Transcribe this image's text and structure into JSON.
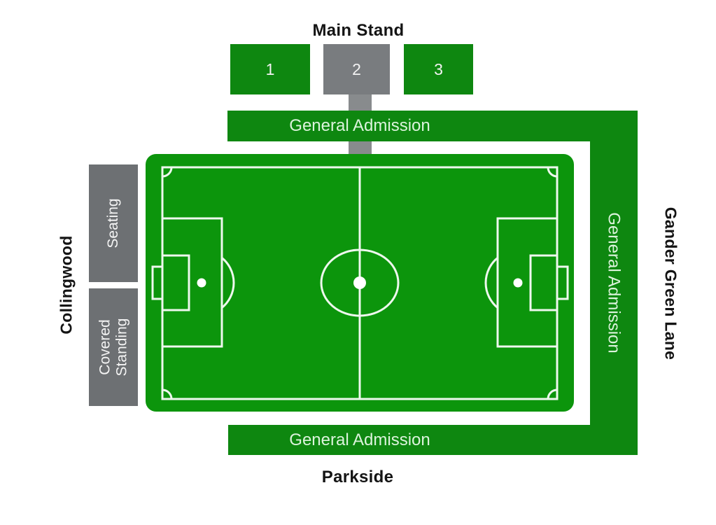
{
  "colors": {
    "green": "#0e8710",
    "pitch_green": "#0c950c",
    "stand_gray": "#797c7f",
    "terrace_gray": "#6d7073",
    "connector_gray": "#888b8d",
    "pitch_line": "#eef8ee",
    "ga_text": "#dcf3dc",
    "block_text": "#f2f2f2",
    "label_black": "#141414"
  },
  "main_stand": {
    "title": "Main Stand",
    "blocks": [
      {
        "number": "1"
      },
      {
        "number": "2"
      },
      {
        "number": "3"
      }
    ]
  },
  "general_admission": {
    "top": "General Admission",
    "right": "General Admission",
    "bottom": "General Admission"
  },
  "collingwood_side": {
    "street": "Collingwood",
    "sections": [
      {
        "label": "Seating"
      },
      {
        "label": "Covered Standing"
      }
    ]
  },
  "streets": {
    "right": "Gander Green Lane",
    "bottom": "Parkside"
  }
}
